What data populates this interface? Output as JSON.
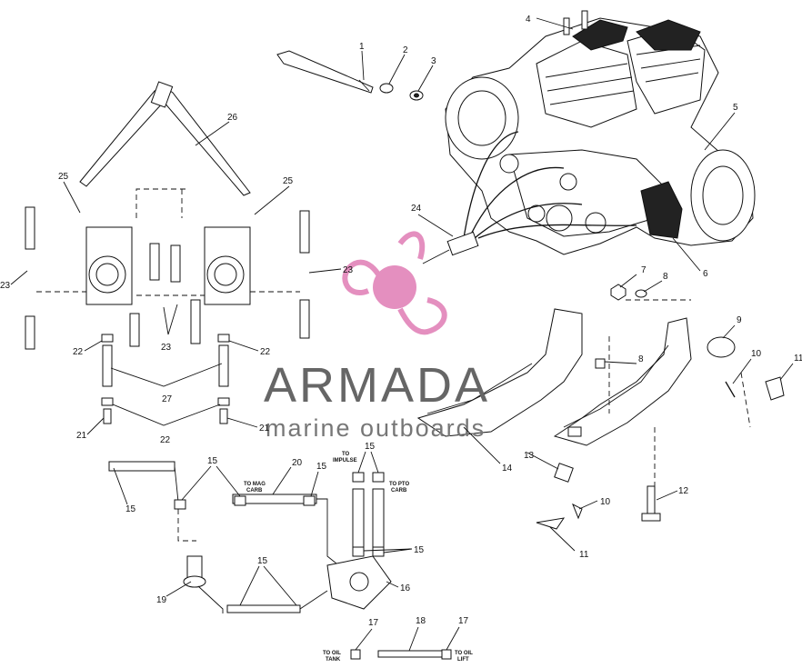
{
  "diagram": {
    "callouts": [
      {
        "id": "c1",
        "text": "1"
      },
      {
        "id": "c2",
        "text": "2"
      },
      {
        "id": "c3",
        "text": "3"
      },
      {
        "id": "c4",
        "text": "4"
      },
      {
        "id": "c5",
        "text": "5"
      },
      {
        "id": "c6",
        "text": "6"
      },
      {
        "id": "c7",
        "text": "7"
      },
      {
        "id": "c8a",
        "text": "8"
      },
      {
        "id": "c8b",
        "text": "8"
      },
      {
        "id": "c9",
        "text": "9"
      },
      {
        "id": "c10a",
        "text": "10"
      },
      {
        "id": "c11a",
        "text": "11"
      },
      {
        "id": "c12",
        "text": "12"
      },
      {
        "id": "c13",
        "text": "13"
      },
      {
        "id": "c10b",
        "text": "10"
      },
      {
        "id": "c11b",
        "text": "11"
      },
      {
        "id": "c14",
        "text": "14"
      },
      {
        "id": "c24",
        "text": "24"
      },
      {
        "id": "c26",
        "text": "26"
      },
      {
        "id": "c25a",
        "text": "25"
      },
      {
        "id": "c25b",
        "text": "25"
      },
      {
        "id": "c23a",
        "text": "23"
      },
      {
        "id": "c23b",
        "text": "23"
      },
      {
        "id": "c23c",
        "text": "23"
      },
      {
        "id": "c22a",
        "text": "22"
      },
      {
        "id": "c22b",
        "text": "22"
      },
      {
        "id": "c22c",
        "text": "22"
      },
      {
        "id": "c27",
        "text": "27"
      },
      {
        "id": "c21a",
        "text": "21"
      },
      {
        "id": "c21b",
        "text": "21"
      },
      {
        "id": "c15a",
        "text": "15"
      },
      {
        "id": "c15b",
        "text": "15"
      },
      {
        "id": "c15c",
        "text": "15"
      },
      {
        "id": "c15d",
        "text": "15"
      },
      {
        "id": "c15e",
        "text": "15"
      },
      {
        "id": "c15f",
        "text": "15"
      },
      {
        "id": "c20",
        "text": "20"
      },
      {
        "id": "c19",
        "text": "19"
      },
      {
        "id": "c16",
        "text": "16"
      },
      {
        "id": "c17a",
        "text": "17"
      },
      {
        "id": "c17b",
        "text": "17"
      },
      {
        "id": "c18",
        "text": "18"
      }
    ],
    "notes": {
      "to_mag_carb": [
        "TO MAG",
        "CARB"
      ],
      "to_impulse": [
        "TO",
        "IMPULSE"
      ],
      "to_pto_carb": [
        "TO PTO",
        "CARB"
      ],
      "to_oil_tank": [
        "TO OIL",
        "TANK"
      ],
      "to_oil_lift": [
        "TO OIL",
        "LIFT"
      ]
    }
  },
  "watermark": {
    "title": "ARMADA",
    "subtitle": "marine outboards",
    "logo_color": "#e07cb4"
  }
}
